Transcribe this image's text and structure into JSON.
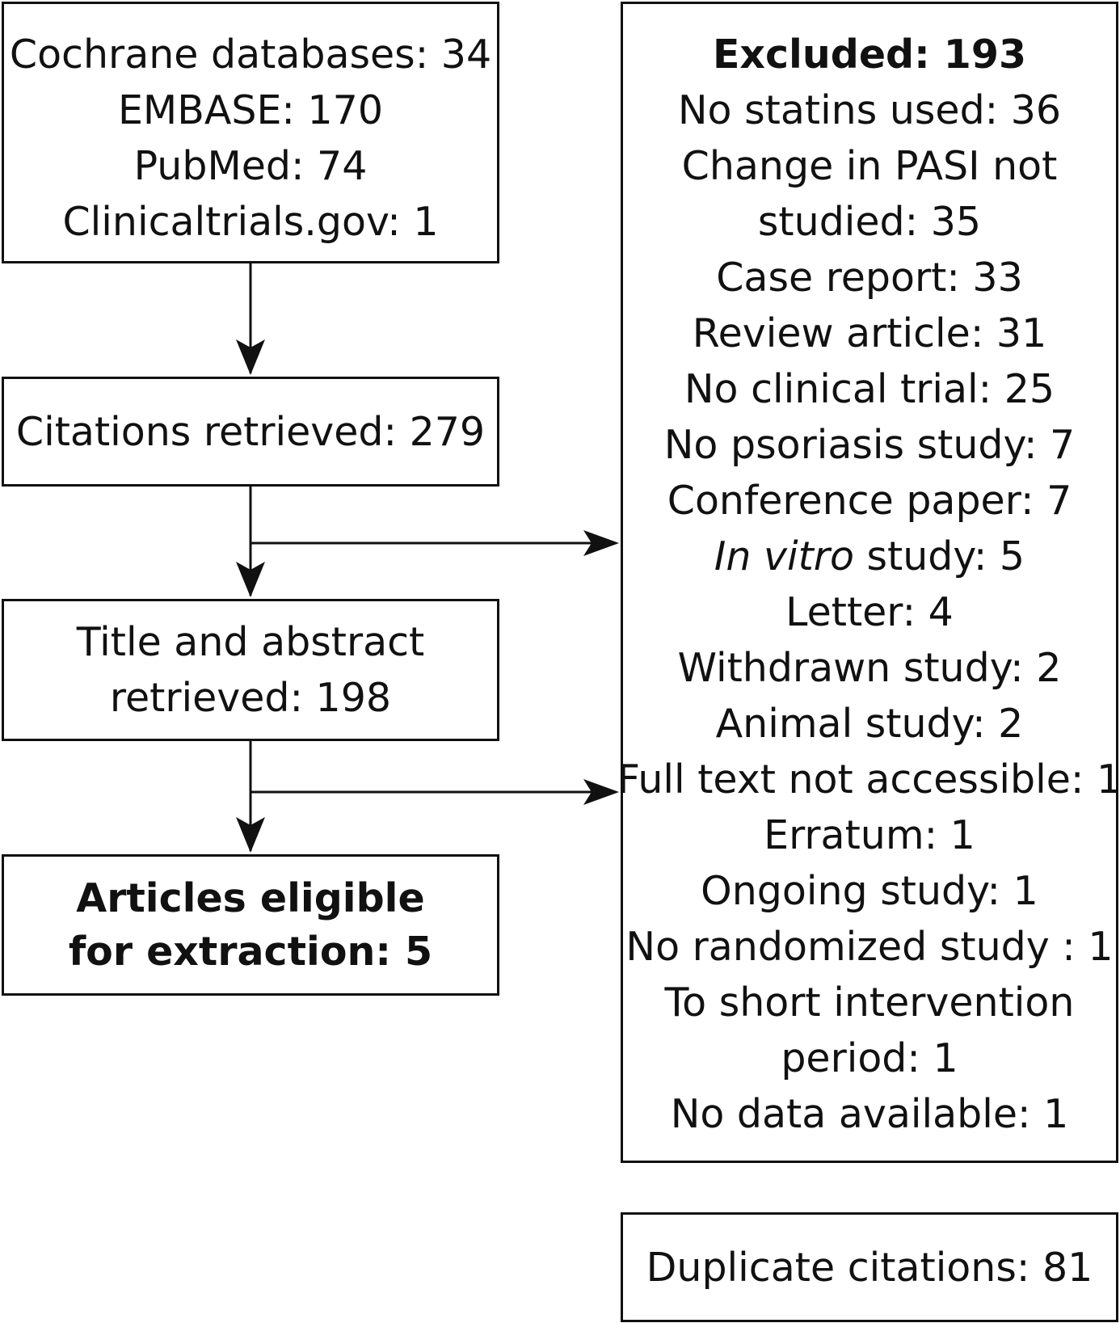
{
  "sources": {
    "lines": [
      "Cochrane databases: 34",
      "EMBASE: 170",
      "PubMed: 74",
      "Clinicaltrials.gov: 1"
    ]
  },
  "citations": {
    "label": "Citations retrieved: 279"
  },
  "title_abstract": {
    "line1": "Title and abstract",
    "line2": "retrieved: 198"
  },
  "eligible": {
    "line1": "Articles eligible",
    "line2": "for extraction: 5"
  },
  "excluded": {
    "heading": "Excluded: 193",
    "reasons": [
      "No statins used: 36",
      "Change in PASI not",
      "studied: 35",
      "Case report: 33",
      "Review article: 31",
      "No clinical trial: 25",
      "No psoriasis study: 7",
      "Conference paper: 7"
    ],
    "in_vitro_prefix": "In vitro",
    "in_vitro_suffix": " study: 5",
    "reasons_after": [
      "Letter: 4",
      "Withdrawn study: 2",
      "Animal study: 2",
      "Full text not accessible: 1",
      "Erratum: 1",
      "Ongoing study: 1",
      "No randomized study : 1",
      "To short intervention",
      "period: 1",
      "No data available: 1"
    ]
  },
  "duplicates": {
    "label": "Duplicate citations: 81"
  }
}
